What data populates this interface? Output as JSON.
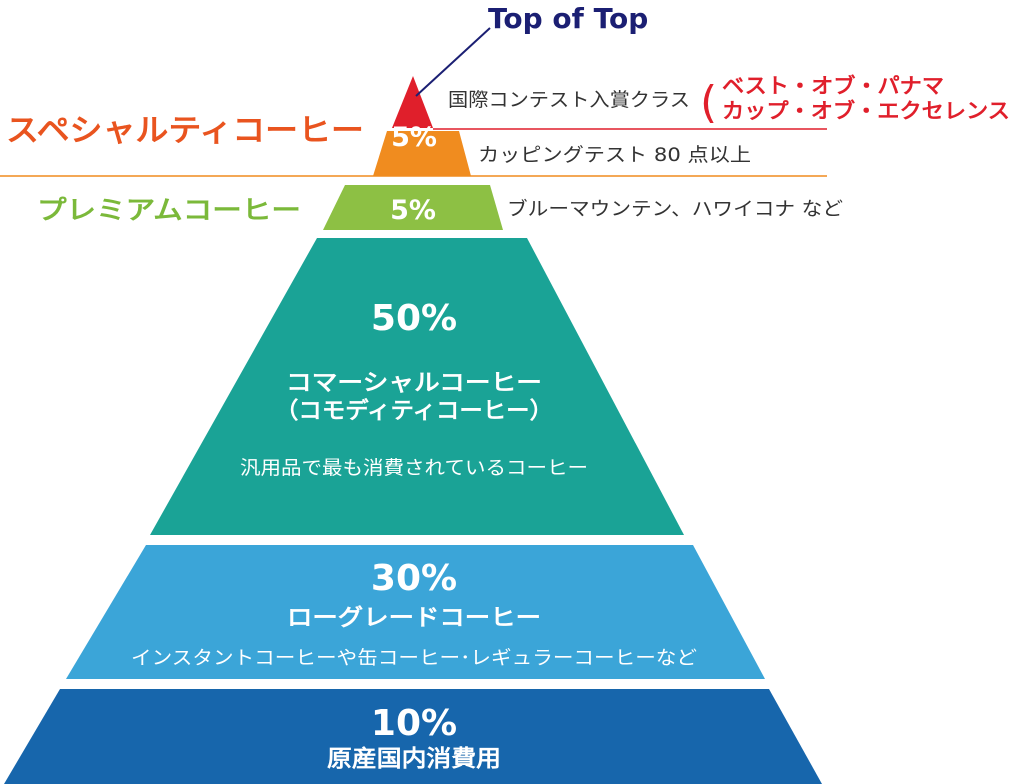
{
  "top_label": "Top of Top",
  "specialty": {
    "label": "スペシャルティコーヒー",
    "top_percent": "5%",
    "top_note": "国際コンテスト入賞クラス",
    "award_bracket": "(",
    "award_line1": "ベスト・オブ・パナマ",
    "award_line2": "カップ・オブ・エクセレンス",
    "second_percent": "5%",
    "second_note": "カッピングテスト 80 点以上"
  },
  "premium": {
    "label": "プレミアムコーヒー",
    "percent": "5%",
    "note": "ブルーマウンテン、ハワイコナ など"
  },
  "commercial": {
    "percent": "50%",
    "title1": "コマーシャルコーヒー",
    "title2": "（コモディティコーヒー）",
    "note": "汎用品で最も消費されているコーヒー"
  },
  "low_grade": {
    "percent": "30%",
    "title": "ローグレードコーヒー",
    "note": "インスタントコーヒーや缶コーヒー･レギュラーコーヒーなど"
  },
  "domestic": {
    "percent": "10%",
    "title": "原産国内消費用"
  },
  "colors": {
    "red": "#e01f2b",
    "orange": "#f08c1f",
    "green": "#8dc044",
    "teal": "#1aa396",
    "light_blue": "#3ba5d8",
    "dark_blue": "#1766ac",
    "navy": "#1b1f73",
    "specialty_text": "#e9541f",
    "premium_text": "#7bb93a",
    "note_text": "#333333"
  }
}
